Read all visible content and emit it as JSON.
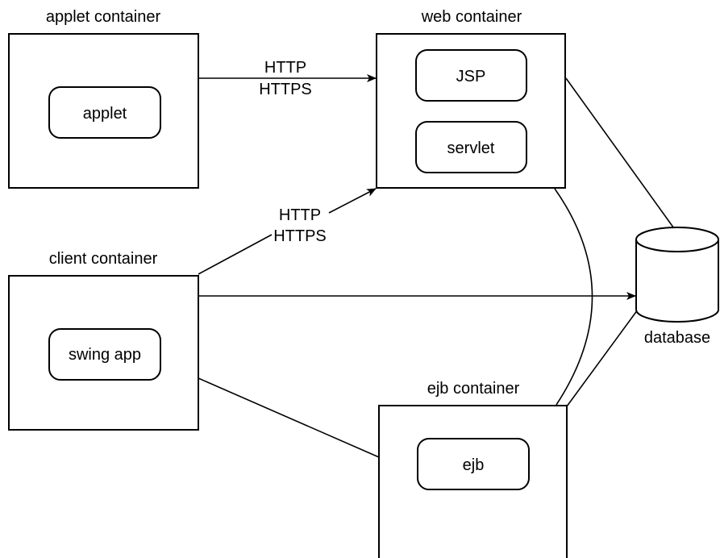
{
  "containers": {
    "applet": {
      "label": "applet container",
      "component": "applet"
    },
    "web": {
      "label": "web container",
      "components": [
        "JSP",
        "servlet"
      ]
    },
    "client": {
      "label": "client container",
      "component": "swing app"
    },
    "ejb": {
      "label": "ejb container",
      "component": "ejb"
    }
  },
  "database": {
    "label": "database"
  },
  "connections": {
    "applet_to_web": {
      "line1": "HTTP",
      "line2": "HTTPS"
    },
    "client_to_web": {
      "line1": "HTTP",
      "line2": "HTTPS"
    }
  },
  "colors": {
    "stroke": "#000000",
    "background": "#ffffff"
  }
}
